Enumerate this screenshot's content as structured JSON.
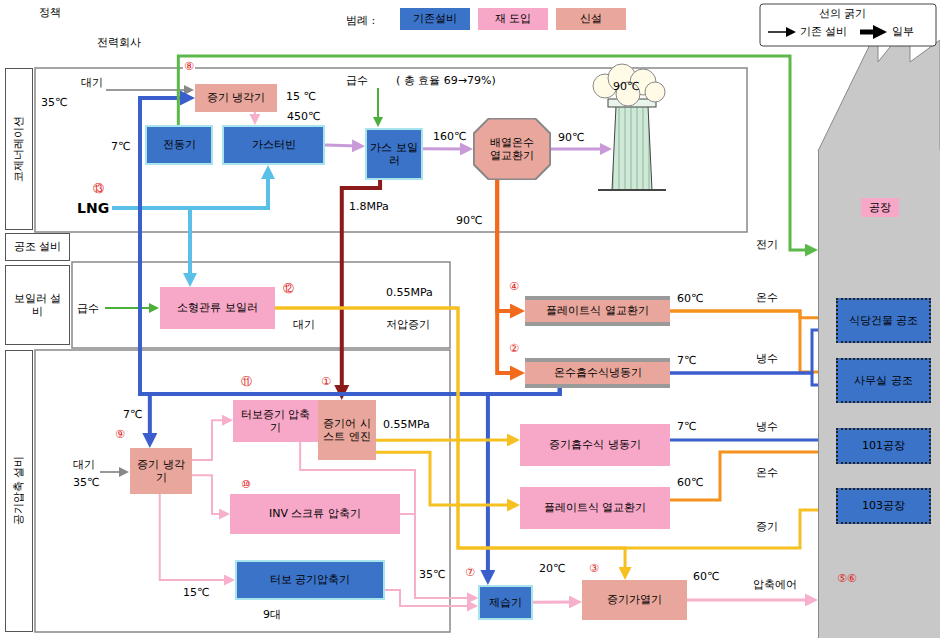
{
  "diagram": {
    "nodes": [
      {
        "text": [
          "코제너레이션"
        ]
      },
      {
        "text": [
          "증기 냉각기"
        ]
      },
      {
        "text": [
          "전동기"
        ]
      },
      {
        "text": [
          "가스터빈"
        ]
      },
      {
        "text": [
          "가스 보일러"
        ]
      },
      {
        "text": [
          "배열온수 열교환기"
        ]
      },
      {
        "text": [
          "공조 설비"
        ]
      },
      {
        "text": [
          "보일러 설비"
        ]
      },
      {
        "text": [
          "소형관류 보일러"
        ]
      },
      {
        "text": [
          "플레이트식 열교환기"
        ]
      },
      {
        "text": [
          "온수흡수식냉동기"
        ]
      },
      {
        "text": [
          "공기압축 설비"
        ]
      },
      {
        "text": [
          "터보증기 압축기"
        ]
      },
      {
        "text": [
          "증기어 시스트 엔진"
        ]
      },
      {
        "text": [
          "증기흡수식 냉동기"
        ]
      },
      {
        "text": [
          "증기 냉각기"
        ]
      },
      {
        "text": [
          "INV 스크류 압축기"
        ]
      },
      {
        "text": [
          "플레이트식 열교환기"
        ]
      },
      {
        "text": [
          "터보 공기압축기"
        ]
      },
      {
        "text": [
          "제습기"
        ]
      },
      {
        "text": [
          "증기가열기"
        ]
      },
      {
        "text": [
          "공장"
        ]
      },
      {
        "text": [
          "식당건물 공조"
        ],
        "in": 21
      },
      {
        "text": [
          "사무실 공조"
        ],
        "in": 21
      },
      {
        "text": [
          "101공장"
        ],
        "in": 21
      },
      {
        "text": [
          "103공장"
        ],
        "in": 21
      }
    ],
    "edges": [
      {
        "from": 1,
        "to": 3,
        "arrow": "to"
      },
      {
        "from": 3,
        "to": 4,
        "arrow": "to"
      },
      {
        "from": 4,
        "to": 5,
        "arrow": "to"
      },
      {
        "from": 4,
        "to": 13,
        "arrow": "to"
      },
      {
        "from": 5,
        "to": 9,
        "arrow": "to"
      },
      {
        "from": 5,
        "to": 10,
        "arrow": "to"
      },
      {
        "from": 9,
        "to": 22,
        "arrow": "to"
      },
      {
        "from": 9,
        "to": 23,
        "arrow": "to"
      },
      {
        "from": 10,
        "to": 22,
        "arrow": "to"
      },
      {
        "from": 10,
        "to": 23,
        "arrow": "to"
      },
      {
        "from": 10,
        "to": 1,
        "arrow": "to"
      },
      {
        "from": 10,
        "to": 15,
        "arrow": "to"
      },
      {
        "from": 10,
        "to": 19,
        "arrow": "to"
      },
      {
        "from": 14,
        "to": 24,
        "arrow": "to"
      },
      {
        "from": 17,
        "to": 24,
        "arrow": "to"
      },
      {
        "from": 8,
        "to": 20,
        "arrow": "to"
      },
      {
        "from": 8,
        "to": 25,
        "arrow": "to"
      },
      {
        "from": 13,
        "to": 14,
        "arrow": "to"
      },
      {
        "from": 13,
        "to": 17,
        "arrow": "to"
      },
      {
        "from": 15,
        "to": 12,
        "arrow": "to"
      },
      {
        "from": 15,
        "to": 16,
        "arrow": "to"
      },
      {
        "from": 15,
        "to": 18,
        "arrow": "to"
      },
      {
        "from": 12,
        "to": 19,
        "arrow": "to"
      },
      {
        "from": 16,
        "to": 19,
        "arrow": "to"
      },
      {
        "from": 18,
        "to": 19,
        "arrow": "to"
      },
      {
        "from": 19,
        "to": 20,
        "arrow": "to"
      },
      {
        "from": 20,
        "to": 21,
        "arrow": "to"
      },
      {
        "from": 2,
        "to": 21,
        "arrow": "to"
      }
    ],
    "labels": [
      "정책",
      "전력회사",
      "범례 :",
      "대기",
      "35℃",
      "7℃",
      "⑧",
      "15 ℃",
      "450℃",
      "급수",
      "( 총 효율 69→79%)",
      "160℃",
      "90℃",
      "90℃",
      "1.8MPa",
      "⑬",
      "LNG",
      "90℃",
      "급수",
      "⑫",
      "대기",
      "0.55MPa",
      "저압증기",
      "④",
      "60℃",
      "②",
      "7℃",
      "전기",
      "온수",
      "냉수",
      "⑪",
      "①",
      "0.55MPa",
      "7℃",
      "⑨",
      "대기",
      "35℃",
      "⑩",
      "7℃",
      "60℃",
      "냉수",
      "온수",
      "증기",
      "15℃",
      "9대",
      "35℃",
      "⑦",
      "20℃",
      "③",
      "60℃",
      "압축에어",
      "⑤⑥",
      "선의 굵기"
    ],
    "legend": [
      {
        "text": "기존설비",
        "color": "#3b73c9"
      },
      {
        "text": "재 도입",
        "color": "#f7a8c8"
      },
      {
        "text": "신설",
        "color": "#e9a69c"
      },
      {
        "text": "기존 설비"
      },
      {
        "text": "일부"
      }
    ]
  }
}
